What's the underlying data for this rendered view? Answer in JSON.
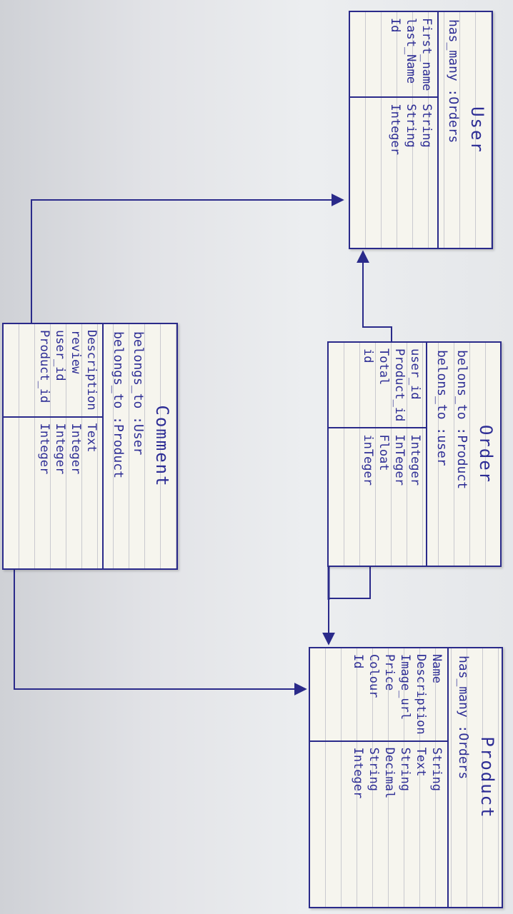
{
  "entities": {
    "user": {
      "title": "User",
      "associations": [
        "has_many :Orders"
      ],
      "fields": [
        {
          "name": "First_name",
          "type": "String"
        },
        {
          "name": "last_Name",
          "type": "String"
        },
        {
          "name": "Id",
          "type": "Integer"
        }
      ]
    },
    "order": {
      "title": "Order",
      "associations": [
        "belons_to :Product",
        "belons_to :user"
      ],
      "fields": [
        {
          "name": "user_id",
          "type": "Integer"
        },
        {
          "name": "Product_id",
          "type": "InTeger"
        },
        {
          "name": "Total",
          "type": "Float"
        },
        {
          "name": "id",
          "type": "inTeger"
        }
      ]
    },
    "comment": {
      "title": "Comment",
      "associations": [
        "belongs_to :User",
        "belongs_to :Product"
      ],
      "fields": [
        {
          "name": "Description",
          "type": "Text"
        },
        {
          "name": "review",
          "type": "Integer"
        },
        {
          "name": "user_id",
          "type": "Integer"
        },
        {
          "name": "Product_id",
          "type": "Integer"
        }
      ]
    },
    "product": {
      "title": "Product",
      "associations": [
        "has_many :Orders"
      ],
      "fields": [
        {
          "name": "Name",
          "type": "String"
        },
        {
          "name": "Description",
          "type": "Text"
        },
        {
          "name": "Image_url",
          "type": "String"
        },
        {
          "name": "Price",
          "type": "Decimal"
        },
        {
          "name": "Colour",
          "type": "String"
        },
        {
          "name": "Id",
          "type": "Integer"
        }
      ]
    }
  },
  "colors": {
    "ink": "#2d2d95",
    "card": "#f6f5ee",
    "line": "#2a2a8a"
  }
}
